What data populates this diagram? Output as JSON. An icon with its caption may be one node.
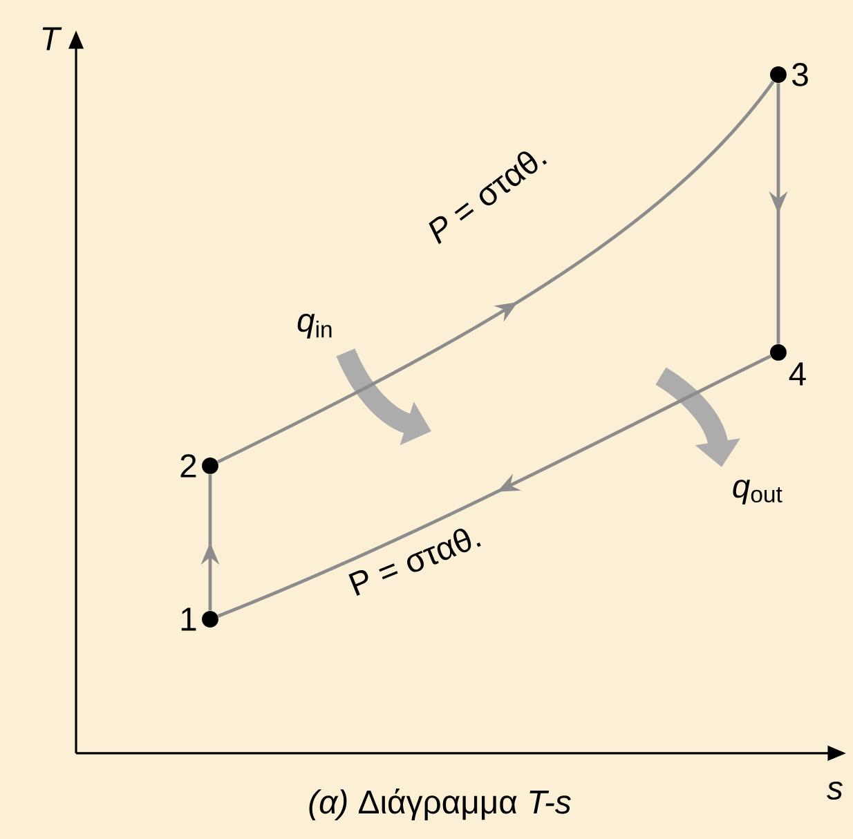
{
  "diagram": {
    "caption": "*(α)* Διάγραμμα *T-s*",
    "nodes": [
      {
        "text": [
          "1"
        ]
      },
      {
        "text": [
          "2"
        ]
      },
      {
        "text": [
          "3"
        ]
      },
      {
        "text": [
          "4"
        ]
      }
    ],
    "edges": [
      {
        "from": 0,
        "to": 1,
        "arrow": "to"
      },
      {
        "from": 1,
        "to": 2,
        "arrow": "to",
        "label": "*P* = σταθ."
      },
      {
        "from": 2,
        "to": 3,
        "arrow": "to"
      },
      {
        "from": 3,
        "to": 0,
        "arrow": "to",
        "label": "P = σταθ."
      }
    ],
    "labels": [
      "T",
      "s",
      "*q*$_{in}$",
      "*q*$_{out}$"
    ]
  }
}
